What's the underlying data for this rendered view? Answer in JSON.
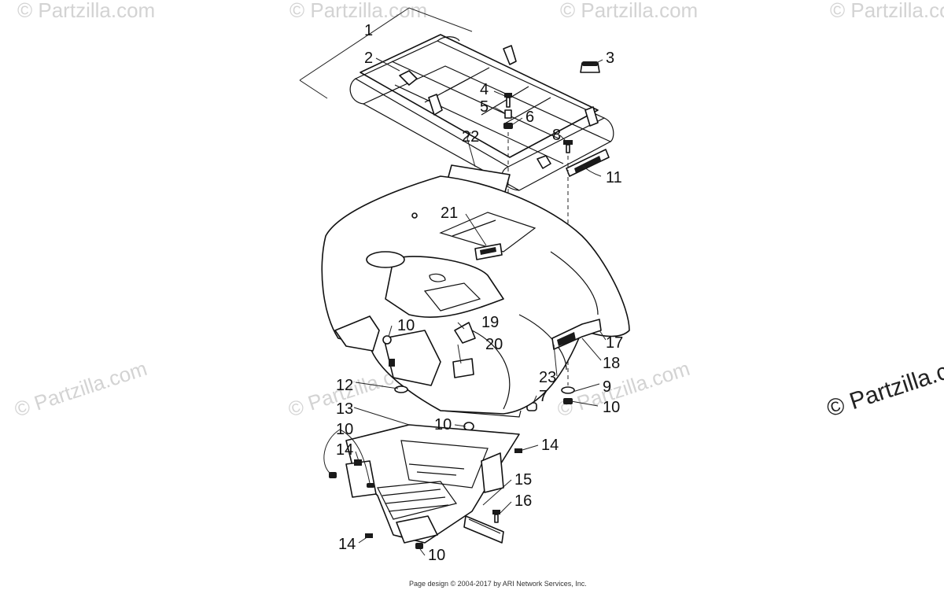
{
  "watermarks": {
    "text_faded": "© Partzilla.com",
    "text_brand": "© Partzilla.com"
  },
  "footer": "Page design © 2004-2017 by ARI Network Services, Inc.",
  "callouts": [
    "1",
    "2",
    "3",
    "4",
    "5",
    "6",
    "7",
    "8",
    "9",
    "10",
    "11",
    "12",
    "13",
    "14",
    "15",
    "16",
    "17",
    "18",
    "19",
    "20",
    "21",
    "22",
    "23"
  ],
  "callout_labels": {
    "c1": "1",
    "c2": "2",
    "c3": "3",
    "c4": "4",
    "c5": "5",
    "c6": "6",
    "c7": "7",
    "c8": "8",
    "c9": "9",
    "c10": "10",
    "c11": "11",
    "c12": "12",
    "c13": "13",
    "c14": "14",
    "c15": "15",
    "c16": "16",
    "c17": "17",
    "c18": "18",
    "c19": "19",
    "c20": "20",
    "c21": "21",
    "c22": "22",
    "c23": "23"
  },
  "colors": {
    "line": "#111111",
    "watermark": "#d3d3d3",
    "background": "#ffffff"
  }
}
